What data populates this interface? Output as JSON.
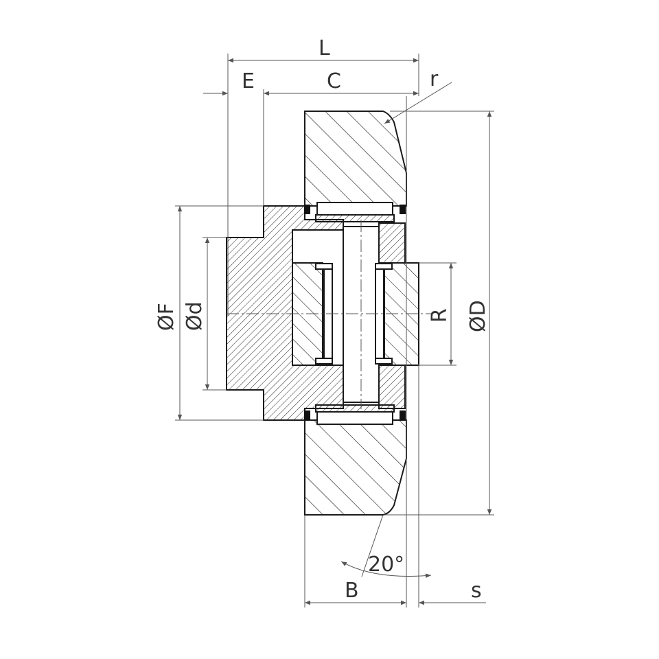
{
  "drawing": {
    "labels": {
      "L": "L",
      "E": "E",
      "C": "C",
      "r": "r",
      "phi_F": "ØF",
      "phi_d": "Ød",
      "R": "R",
      "phi_D": "ØD",
      "angle": "20°",
      "B": "B",
      "s": "s"
    },
    "colors": {
      "line": "#1a1a1a",
      "dimension": "#555555",
      "text": "#333333",
      "seal": "#111111"
    }
  }
}
